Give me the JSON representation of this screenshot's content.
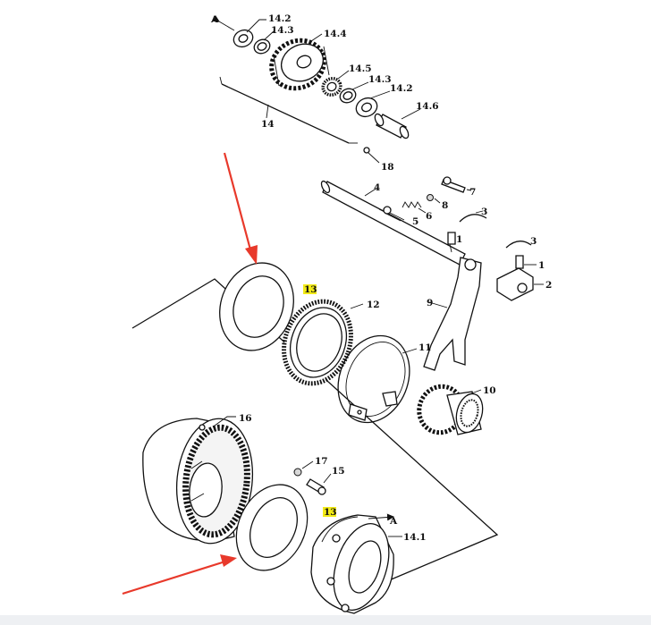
{
  "diagram": {
    "labels": {
      "a_top": "A",
      "p14_2_top": "14.2",
      "p14_3_top": "14.3",
      "p14_4": "14.4",
      "p14_5": "14.5",
      "p14_3_mid": "14.3",
      "p14_2_mid": "14.2",
      "p14_6": "14.6",
      "p14": "14",
      "p18": "18",
      "p4": "4",
      "p7": "7",
      "p8": "8",
      "p6": "6",
      "p5": "5",
      "p3_upper": "3",
      "p3_lower": "3",
      "p1_upper": "1",
      "p1_lower": "1",
      "p2": "2",
      "p9": "9",
      "p13_upper": "13",
      "p12": "12",
      "p11": "11",
      "p10": "10",
      "p16": "16",
      "p17": "17",
      "p15": "15",
      "p13_lower": "13",
      "a_bottom": "A",
      "p14_1": "14.1"
    },
    "colors": {
      "arrow": "#e8392b",
      "highlight": "#f2ea17",
      "line": "#111111"
    }
  }
}
